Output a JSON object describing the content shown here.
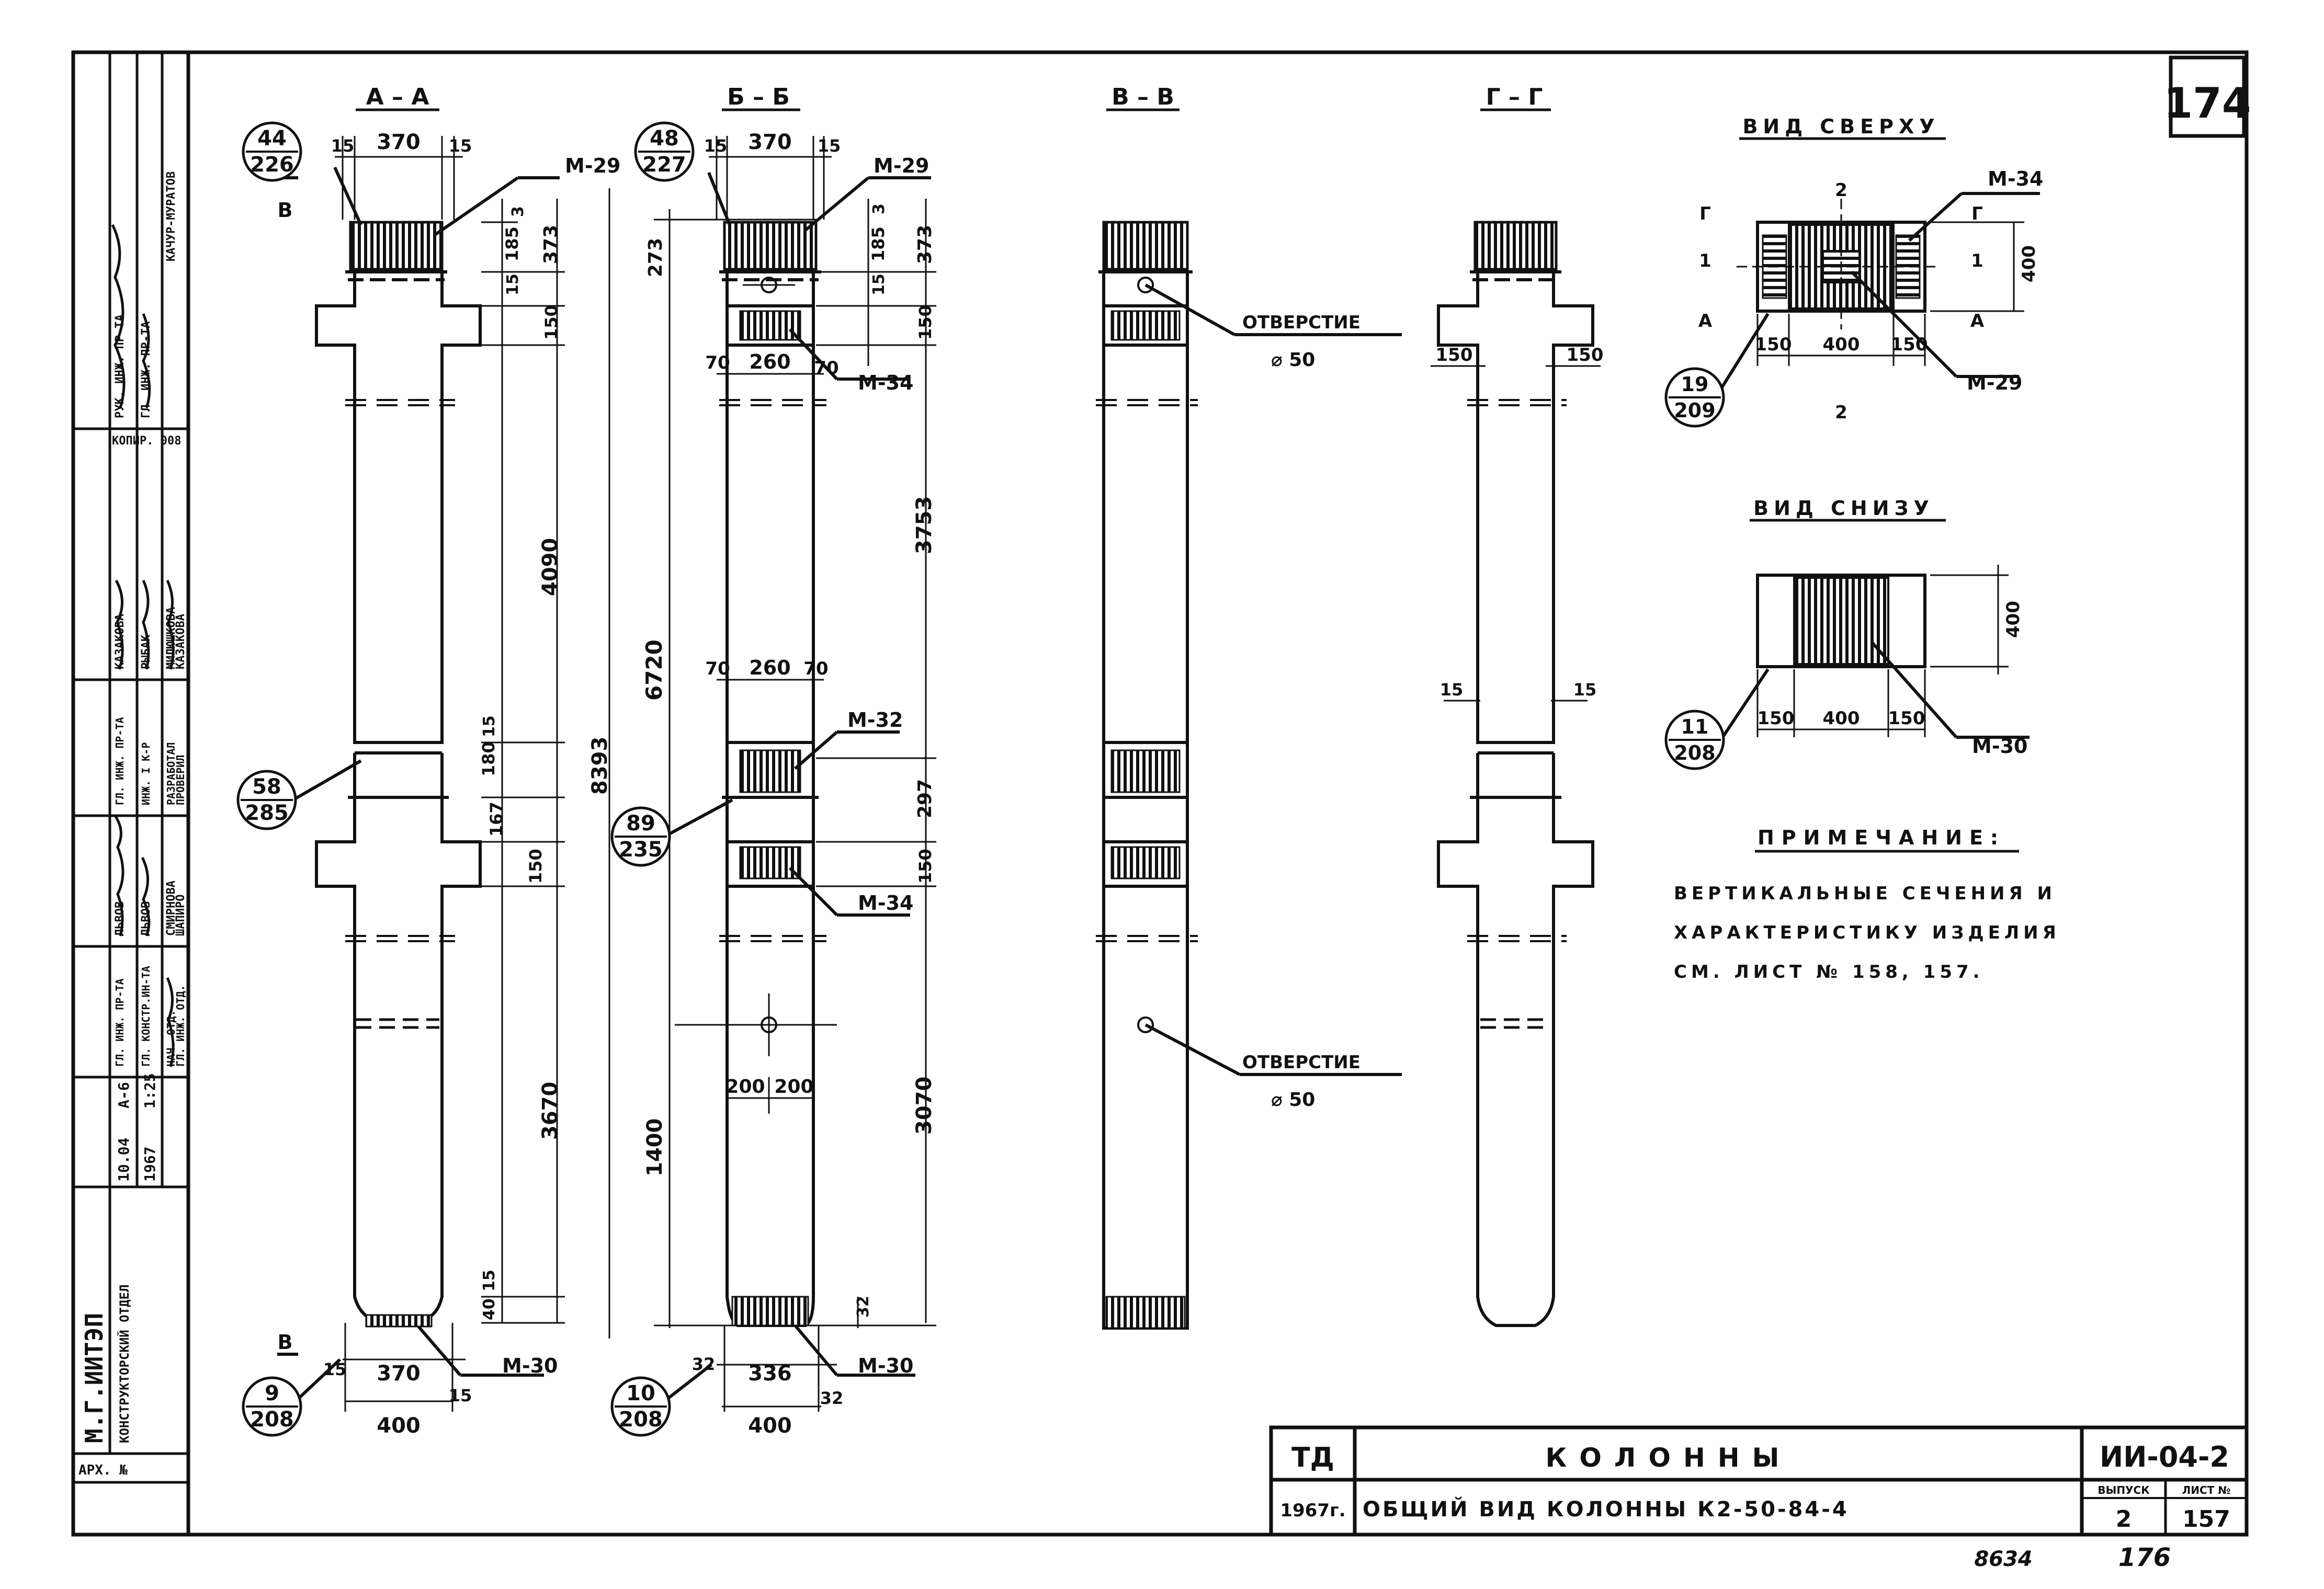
{
  "sheet": {
    "number": "174",
    "footer_handwritten": [
      "8634",
      "176"
    ]
  },
  "sections": {
    "aa": "А – А",
    "bb": "Б – Б",
    "vv": "В – В",
    "gg": "Г – Г"
  },
  "col_a": {
    "callout_top": [
      "44",
      "226"
    ],
    "callout_mid": [
      "58",
      "285"
    ],
    "callout_bottom": [
      "9",
      "208"
    ],
    "view_marker_top": "В",
    "view_marker_bottom": "В",
    "dim_top": [
      "15",
      "370",
      "15"
    ],
    "dim_bottom_inner": [
      "15",
      "370",
      "15"
    ],
    "dim_bottom_outer": "400",
    "vertical": [
      "3",
      "185",
      "373",
      "15",
      "150",
      "4090",
      "180",
      "15",
      "167",
      "150",
      "3670",
      "15",
      "40",
      "8393"
    ],
    "parts": [
      "М-29",
      "М-30"
    ]
  },
  "col_b": {
    "callout_top": [
      "48",
      "227"
    ],
    "callout_mid": [
      "89",
      "235"
    ],
    "callout_bottom": [
      "10",
      "208"
    ],
    "dim_top": [
      "15",
      "370",
      "15"
    ],
    "dim_bracket1": [
      "70",
      "260",
      "70"
    ],
    "dim_bracket2": [
      "70",
      "260",
      "70"
    ],
    "dim_low": [
      "200",
      "200"
    ],
    "dim_bottom_inner": [
      "32",
      "336",
      "32"
    ],
    "dim_bottom_outer": "400",
    "vertical": [
      "273",
      "3",
      "185",
      "373",
      "15",
      "150",
      "3753",
      "6720",
      "297",
      "150",
      "3070",
      "1400",
      "32"
    ],
    "parts": [
      "М-29",
      "М-34",
      "М-32",
      "М-34",
      "М-30"
    ]
  },
  "col_v": {
    "hole_label": "ОТВЕРСТИЕ",
    "hole_dia": "⌀ 50",
    "hole_label2": "ОТВЕРСТИЕ",
    "hole_dia2": "⌀ 50"
  },
  "col_g": {
    "dims": [
      "150",
      "150",
      "15",
      "15"
    ]
  },
  "top_view": {
    "title": "ВИД СВЕРХУ",
    "callout": [
      "19",
      "209"
    ],
    "markers": [
      "Г",
      "Г",
      "1",
      "1",
      "А",
      "А",
      "2",
      "2"
    ],
    "dims": [
      "150",
      "400",
      "150",
      "400"
    ],
    "parts": [
      "М-34",
      "М-29"
    ]
  },
  "bottom_view": {
    "title": "ВИД СНИЗУ",
    "callout": [
      "11",
      "208"
    ],
    "dims": [
      "150",
      "400",
      "150",
      "400"
    ],
    "parts": [
      "М-30"
    ]
  },
  "note": {
    "title": "ПРИМЕЧАНИЕ:",
    "lines": [
      "ВЕРТИКАЛЬНЫЕ   СЕЧЕНИЯ И",
      "ХАРАКТЕРИСТИКУ   ИЗДЕЛИЯ",
      "СМ. ЛИСТ № 158, 157."
    ]
  },
  "title_block": {
    "td": "ТД",
    "year": "1967г.",
    "title": "КОЛОННЫ",
    "subtitle": "ОБЩИЙ ВИД КОЛОННЫ  К2-50-84-4",
    "code": "ИИ-04-2",
    "issue_label": "ВЫПУСК",
    "issue": "2",
    "sheet_label": "ЛИСТ №",
    "sheet": "157"
  },
  "stamp": {
    "org": "М.Г.ИИТЭП",
    "dept": "КОНСТРУКТОРСКИЙ ОТДЕЛ",
    "date": "10.04",
    "date_year": "1967",
    "scale_a": "А-6",
    "scale_b": "1:25",
    "arch": "АРХ. №",
    "roles": [
      "ГЛ. ИНЖ. ПР-ТА",
      "ГЛ. КОНСТР.ИН-ТА",
      "НАЧ. ОТД.",
      "ГЛ. ИНЖ. ОТД.",
      "ГЛ. ИНЖ. ПР-ТА",
      "ИНЖ. I К-Р",
      "РАЗРАБОТАЛ",
      "ПРОВЕРИЛ"
    ],
    "names": [
      "ЛЬВОВ",
      "ЛЬВОВ",
      "СМИРНОВА",
      "ШАПИРО",
      "КАЗАКОВА",
      "РЫБАК",
      "МИЛЮШКОВА",
      "КАЗАКОВА"
    ],
    "top_roles": [
      "РУК. ИНЖ. ПР-ТА",
      "ГЛ. ИНЖ. ПР-ТА"
    ],
    "top_names": [
      "КАЧУР-МУРАТОВ"
    ],
    "copy": "КОПИР. 008"
  }
}
